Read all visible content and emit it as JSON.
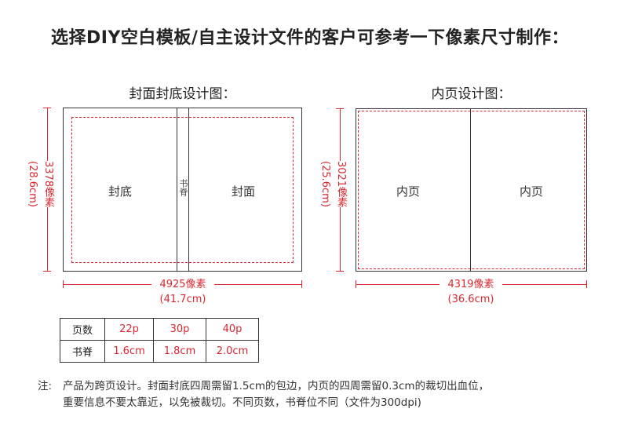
{
  "title": "选择DIY空白模板/自主设计文件的客户可参考一下像素尺寸制作：",
  "cover": {
    "heading": "封面封底设计图：",
    "back_label": "封底",
    "spine_label": "书脊",
    "front_label": "封面",
    "height_px": "3378像素",
    "height_cm": "(28.6cm)",
    "width_px": "4925像素",
    "width_cm": "(41.7cm)"
  },
  "inner": {
    "heading": "内页设计图：",
    "left_label": "内页",
    "right_label": "内页",
    "height_px": "3021像素",
    "height_cm": "(25.6cm)",
    "width_px": "4319像素",
    "width_cm": "(36.6cm)"
  },
  "spec_table": {
    "row_pages": {
      "header": "页数",
      "values": [
        "22p",
        "30p",
        "40p"
      ]
    },
    "row_spine": {
      "header": "书脊",
      "values": [
        "1.6cm",
        "1.8cm",
        "2.0cm"
      ]
    }
  },
  "note": {
    "prefix": "注:",
    "line1": "产品为跨页设计。封面封底四周需留1.5cm的包边，内页的四周需留0.3cm的裁切出血位，",
    "line2": "重要信息不要太靠近，以免被裁切。不同页数，书脊位不同（文件为300dpi)"
  },
  "colors": {
    "accent": "#d9282f",
    "border": "#333333"
  }
}
